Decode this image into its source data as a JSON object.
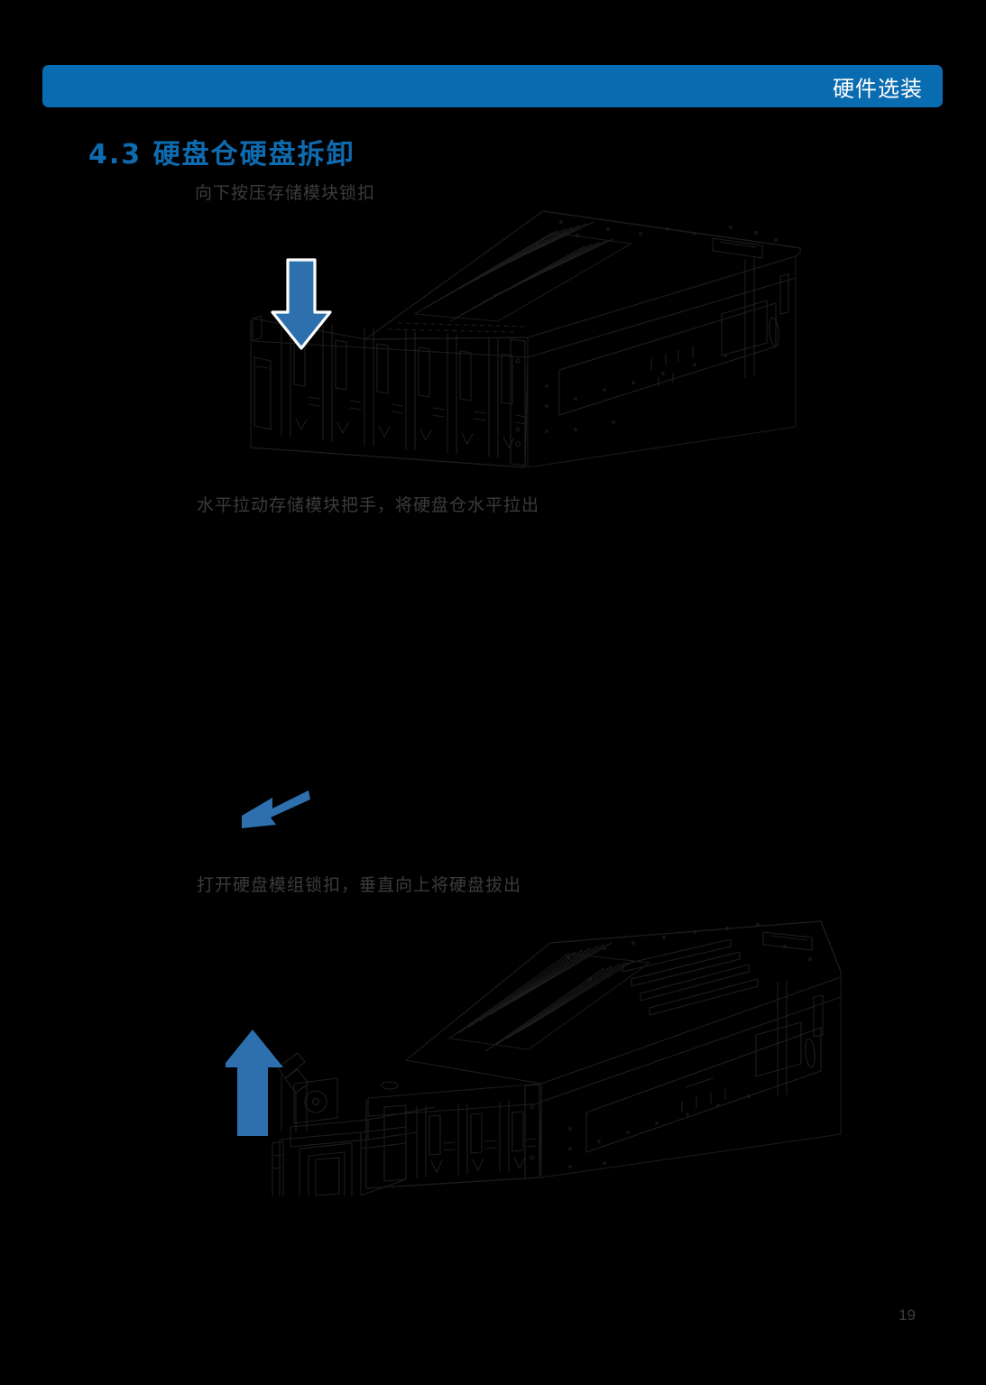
{
  "page": {
    "background_color": "#000000",
    "number": "19"
  },
  "header": {
    "title": "硬件选装",
    "bar_color": "#0A6CB0",
    "text_color": "#FFFFFF"
  },
  "section": {
    "heading": "4.3 硬盘仓硬盘拆卸",
    "heading_color": "#0E6BAF"
  },
  "steps": [
    {
      "id": "step-1",
      "caption": "向下按压存储模块锁扣",
      "arrow": {
        "name": "down-arrow",
        "direction": "down",
        "color": "#2E6FAE",
        "outline_color": "#FFFFFF"
      },
      "figure": {
        "name": "server-chassis-front-bays",
        "description": "服务器机箱立体线稿，前面板硬盘仓位"
      }
    },
    {
      "id": "step-2",
      "caption": "水平拉动存储模块把手，将硬盘仓水平拉出",
      "arrow": {
        "name": "left-pull-arrow",
        "direction": "left",
        "color": "#2E6FAE",
        "outline_color": "none"
      },
      "figure": {
        "name": "horizontal-pull-illustration",
        "description": "水平拉出硬盘仓示意"
      }
    },
    {
      "id": "step-3",
      "caption": "打开硬盘模组锁扣，垂直向上将硬盘拔出",
      "arrow": {
        "name": "up-arrow",
        "direction": "up",
        "color": "#2E6FAE",
        "outline_color": "none"
      },
      "figure": {
        "name": "server-chassis-tray-extended",
        "description": "硬盘托架拉出、锁扣打开的机箱线稿"
      }
    }
  ],
  "illustration": {
    "line_color": "#1e1e1e",
    "line_color_soft": "#171717"
  },
  "caption_color": "#3B3B3B"
}
